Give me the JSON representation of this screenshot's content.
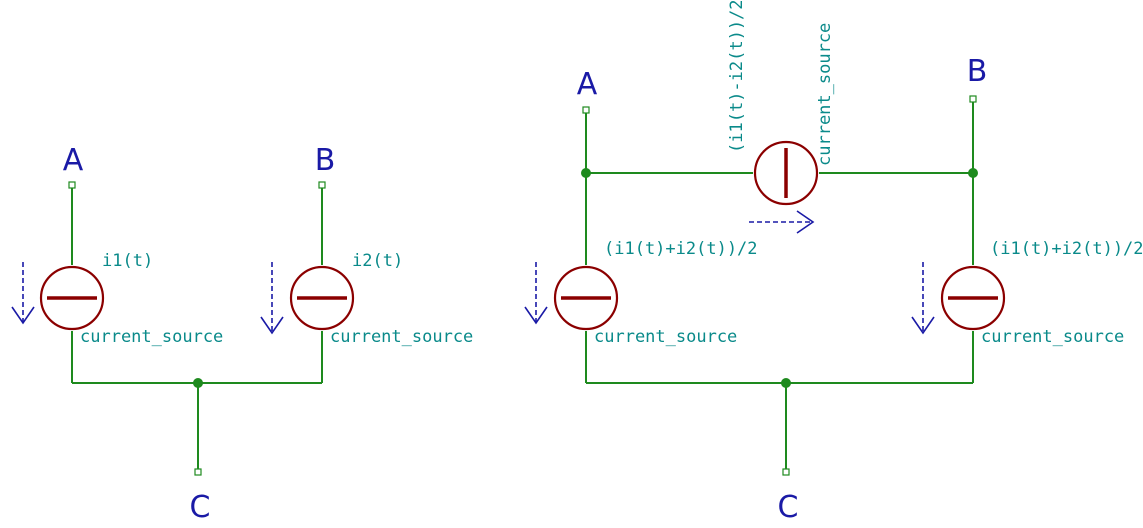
{
  "left_circuit": {
    "label_a": "A",
    "label_b": "B",
    "label_c": "C",
    "source1": {
      "value": "i1(t)",
      "name": "current_source"
    },
    "source2": {
      "value": "i2(t)",
      "name": "current_source"
    }
  },
  "right_circuit": {
    "label_a": "A",
    "label_b": "B",
    "label_c": "C",
    "source_left": {
      "value": "(i1(t)+i2(t))/2",
      "name": "current_source"
    },
    "source_right": {
      "value": "(i1(t)+i2(t))/2",
      "name": "current_source"
    },
    "source_top": {
      "value": "(i1(t)-i2(t))/2",
      "name": "current_source"
    }
  },
  "colors": {
    "wire": "#1e8a1e",
    "symbol": "#8b0000",
    "net_label": "#1a1aa6",
    "value_text": "#0a8a8a"
  }
}
